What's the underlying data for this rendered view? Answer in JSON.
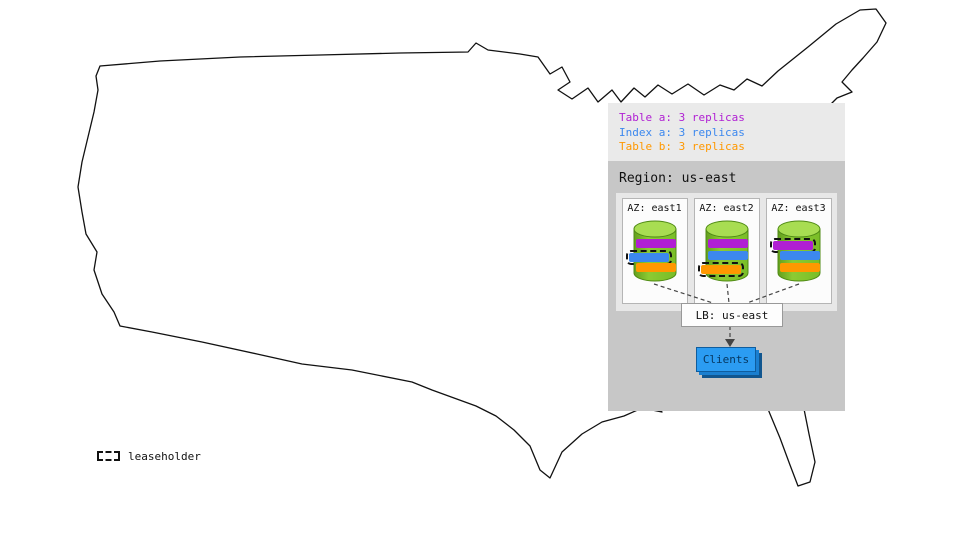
{
  "replica_legend": {
    "items": [
      {
        "label": "Table a: 3 replicas",
        "color": "#b01fd3",
        "replica": "table-a"
      },
      {
        "label": "Index a: 3 replicas",
        "color": "#3c88ee",
        "replica": "index-a"
      },
      {
        "label": "Table b: 3 replicas",
        "color": "#ff9800",
        "replica": "table-b"
      }
    ]
  },
  "region": {
    "title": "Region: us-east",
    "azs": [
      {
        "label": "AZ: east1",
        "replicas": [
          "table-a",
          "index-a",
          "table-b"
        ],
        "leaseholder": "index-a"
      },
      {
        "label": "AZ: east2",
        "replicas": [
          "table-a",
          "index-a",
          "table-b"
        ],
        "leaseholder": "table-b"
      },
      {
        "label": "AZ: east3",
        "replicas": [
          "table-a",
          "index-a",
          "table-b"
        ],
        "leaseholder": "table-a"
      }
    ],
    "load_balancer": {
      "label": "LB: us-east"
    },
    "clients": {
      "label": "Clients"
    }
  },
  "map_legend": {
    "label": "leaseholder"
  },
  "colors": {
    "table-a": "#b01fd3",
    "index-a": "#3c88ee",
    "table-b": "#ff9800",
    "cylinder_body": "#7dbf2e",
    "cylinder_top": "#a8dd52",
    "client_box": "#2b9cf2"
  }
}
